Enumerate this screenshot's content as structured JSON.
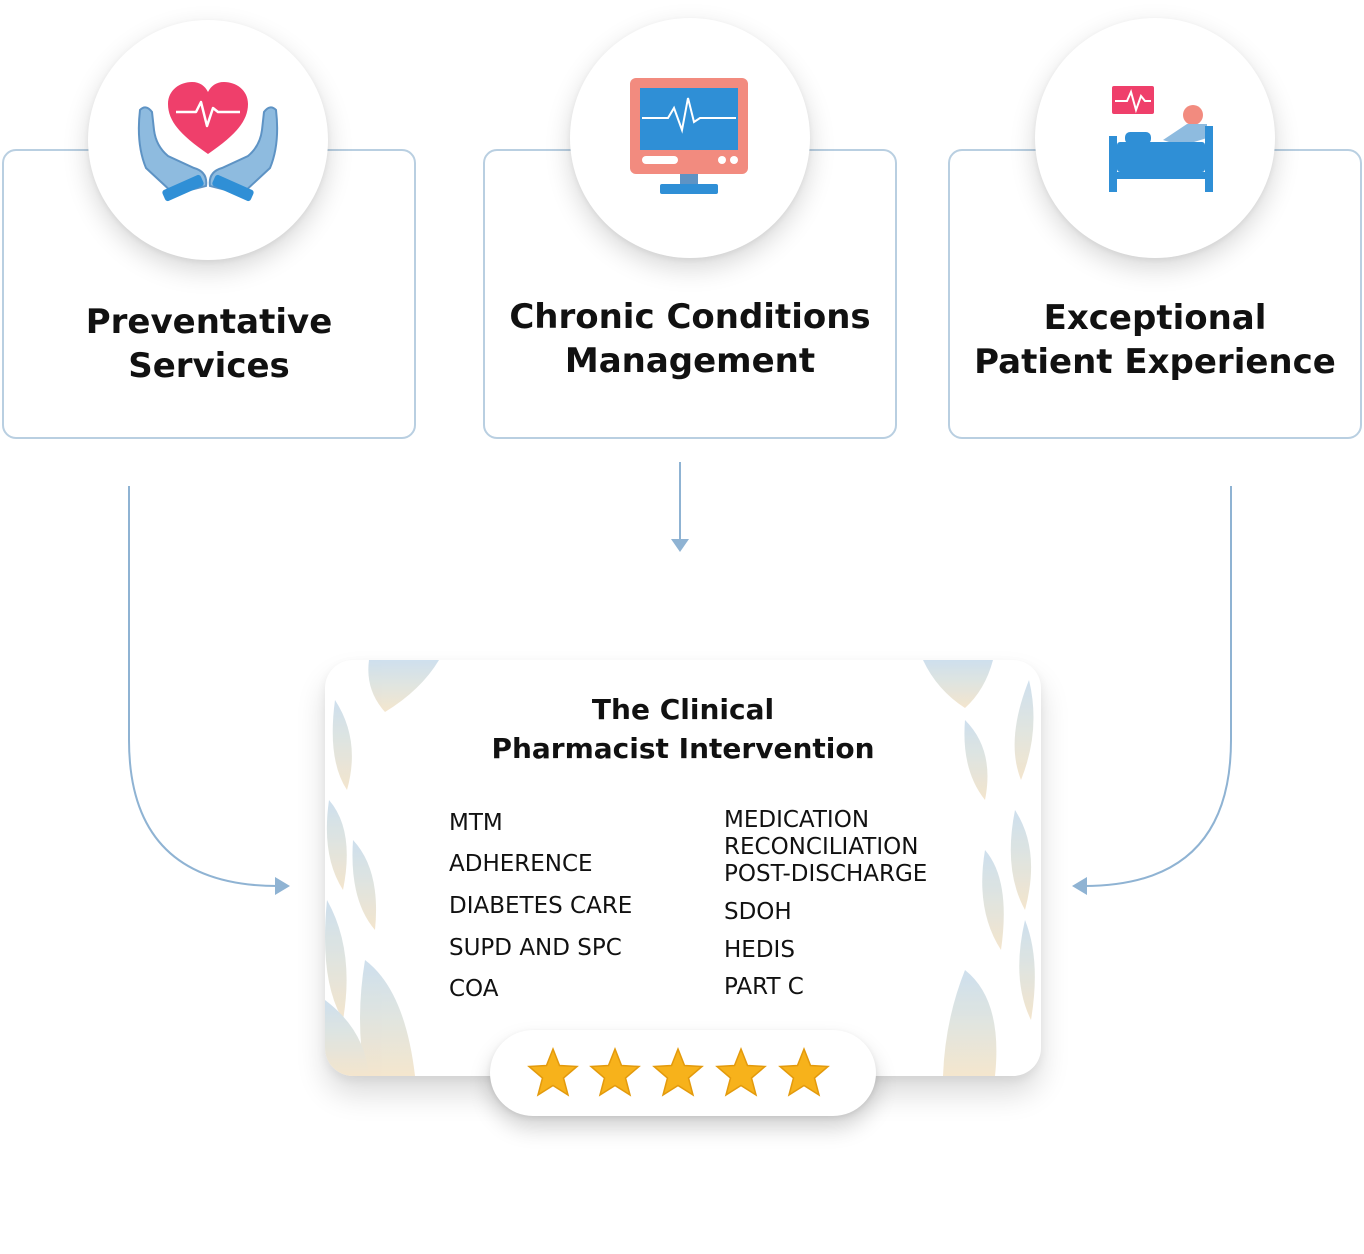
{
  "cards": [
    {
      "title_line1": "Preventative",
      "title_line2": "Services",
      "icon": "heart-in-hands-icon"
    },
    {
      "title_line1": "Chronic Conditions",
      "title_line2": "Management",
      "icon": "heart-monitor-icon"
    },
    {
      "title_line1": "Exceptional",
      "title_line2": "Patient Experience",
      "icon": "hospital-bed-icon"
    }
  ],
  "intervention": {
    "title_line1": "The Clinical",
    "title_line2": "Pharmacist Intervention",
    "left_items": [
      "MTM",
      "ADHERENCE",
      "DIABETES CARE",
      "SUPD AND SPC",
      "COA"
    ],
    "right_items": [
      "MEDICATION",
      "RECONCILIATION",
      "POST-DISCHARGE",
      "SDOH",
      "HEDIS",
      "PART C"
    ]
  },
  "rating": {
    "stars": 5,
    "max": 5
  },
  "colors": {
    "card_border": "#b9cfe1",
    "connector": "#8fb3d3",
    "heart": "#ef3f6b",
    "hands": "#8ebbdf",
    "monitor_frame": "#f28b7f",
    "monitor_screen": "#2f8fd6",
    "bed": "#2f8fd6",
    "star": "#f7b21b"
  }
}
